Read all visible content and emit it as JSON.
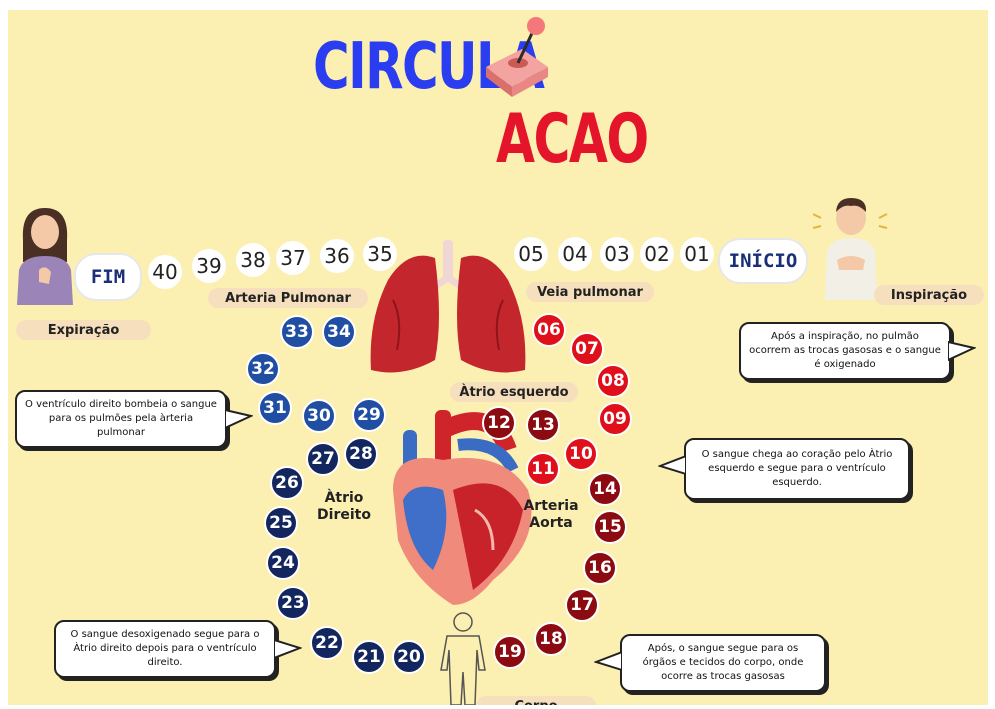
{
  "title": {
    "line1": "CIRCULA",
    "line2": "ACAO"
  },
  "start_label": "INÍCIO",
  "end_label": "FIM",
  "labels": {
    "expiracao": "Expiração",
    "inspiracao": "Inspiração",
    "arteria_pulmonar": "Arteria Pulmonar",
    "veia_pulmonar": "Veia pulmonar",
    "atrio_esquerdo": "Àtrio esquerdo",
    "atrio_direito_1": "Àtrio",
    "atrio_direito_2": "Direito",
    "arteria_aorta_1": "Arteria",
    "arteria_aorta_2": "Aorta",
    "corpo": "Corpo"
  },
  "bubbles": {
    "inspiracao": "Após a inspiração, no pulmão ocorrem as trocas gasosas e o sangue é oxigenado",
    "ventriculo_direito": "O ventrículo direito bombeia o sangue para os pulmões pela àrteria pulmonar",
    "atrio_esquerdo": "O sangue chega ao coração pelo Àtrio esquerdo e segue para o ventrículo esquerdo.",
    "desoxigenado": "O sangue desoxigenado segue para o Àtrio direito depois para o ventrículo direito.",
    "corpo": "Após, o sangue segue para os órgãos e tecidos do corpo, onde ocorre as trocas gasosas"
  },
  "steps": {
    "n01": "01",
    "n02": "02",
    "n03": "03",
    "n04": "04",
    "n05": "05",
    "n06": "06",
    "n07": "07",
    "n08": "08",
    "n09": "09",
    "n10": "10",
    "n11": "11",
    "n12": "12",
    "n13": "13",
    "n14": "14",
    "n15": "15",
    "n16": "16",
    "n17": "17",
    "n18": "18",
    "n19": "19",
    "n20": "20",
    "n21": "21",
    "n22": "22",
    "n23": "23",
    "n24": "24",
    "n25": "25",
    "n26": "26",
    "n27": "27",
    "n28": "28",
    "n29": "29",
    "n30": "30",
    "n31": "31",
    "n32": "32",
    "n33": "33",
    "n34": "34",
    "n35": "35",
    "n36": "36",
    "n37": "37",
    "n38": "38",
    "n39": "39",
    "n40": "40"
  },
  "icons": {
    "joystick": "joystick-icon",
    "lungs": "lungs-icon",
    "heart": "heart-icon",
    "woman": "woman-exhaling-icon",
    "man": "man-inhaling-icon",
    "body": "human-body-icon"
  },
  "colors": {
    "background": "#fbf0b2",
    "title_blue": "#2a3df0",
    "title_red": "#e4142b",
    "deoxygenated_blue": "#1f4ea3",
    "deoxygenated_navy": "#13265e",
    "oxygenated_red": "#e0101a",
    "oxygenated_dark_red": "#8c0b10",
    "label_bg": "#f6dfbd"
  }
}
